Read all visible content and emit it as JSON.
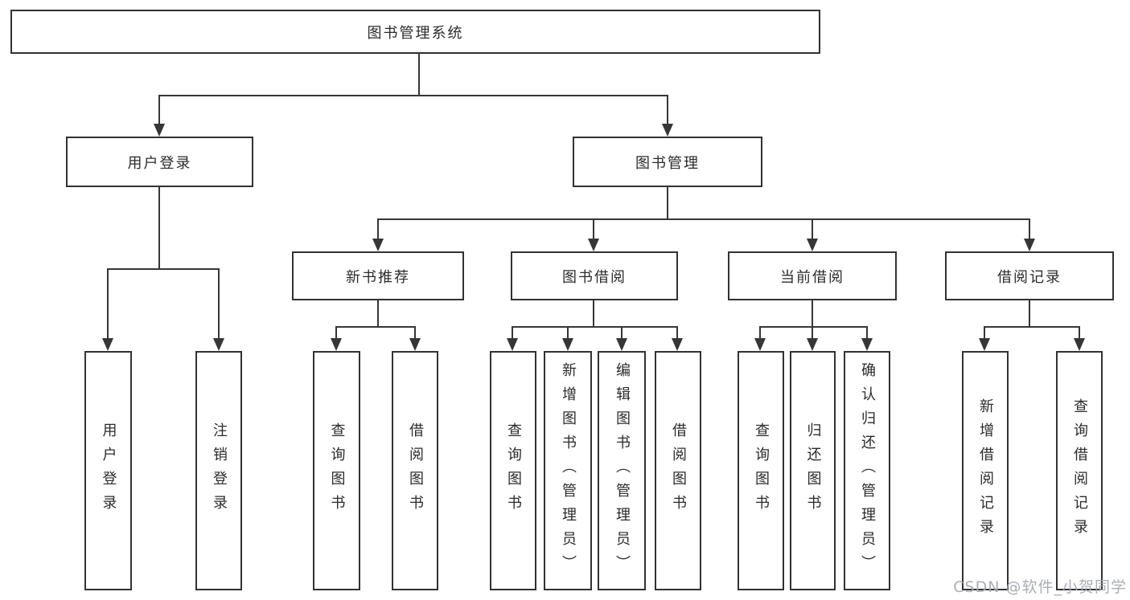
{
  "tree": {
    "root": {
      "label": "图书管理系统"
    },
    "level2": [
      {
        "label": "用户登录"
      },
      {
        "label": "图书管理"
      }
    ],
    "level3": [
      {
        "label": "新书推荐"
      },
      {
        "label": "图书借阅"
      },
      {
        "label": "当前借阅"
      },
      {
        "label": "借阅记录"
      }
    ],
    "leaves_login": [
      {
        "label": "用户登录"
      },
      {
        "label": "注销登录"
      }
    ],
    "leaves_recommend": [
      {
        "label": "查询图书"
      },
      {
        "label": "借阅图书"
      }
    ],
    "leaves_borrow": [
      {
        "label": "查询图书"
      },
      {
        "label": "新增图书（管理员）"
      },
      {
        "label": "编辑图书（管理员）"
      },
      {
        "label": "借阅图书"
      }
    ],
    "leaves_current": [
      {
        "label": "查询图书"
      },
      {
        "label": "归还图书"
      },
      {
        "label": "确认归还（管理员）"
      }
    ],
    "leaves_record": [
      {
        "label": "新增借阅记录"
      },
      {
        "label": "查询借阅记录"
      }
    ]
  },
  "watermark": {
    "text": "CSDN @软件_小贺同学"
  },
  "colors": {
    "line": "#363636",
    "border": "#323232",
    "text": "#2b2b2b",
    "background": "#ffffff",
    "watermark_gray": "#a5aab2"
  }
}
